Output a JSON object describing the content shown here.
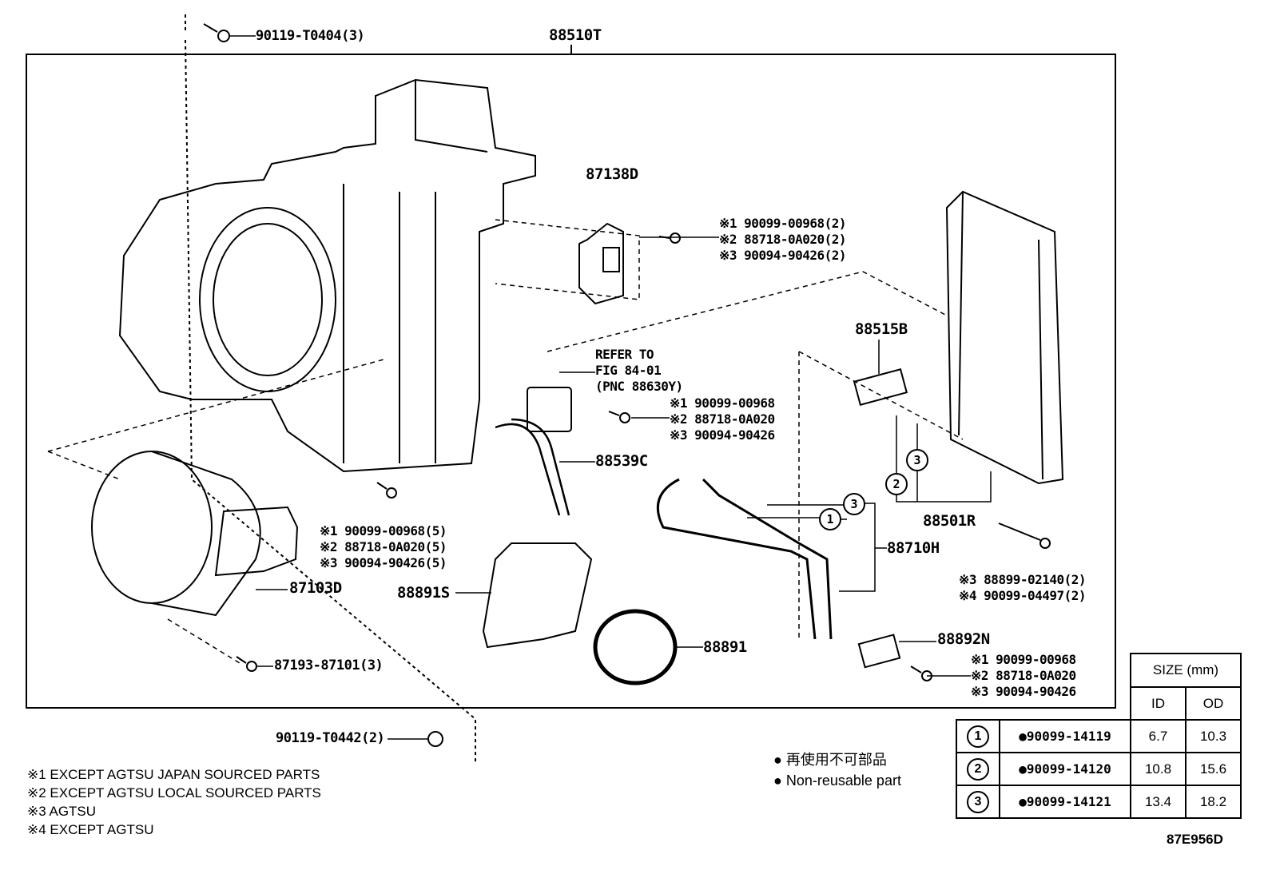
{
  "labels": {
    "screw_top": "90119-T0404(3)",
    "assembly": "88510T",
    "resistor": "87138D",
    "expansion_valve": "88515B",
    "refer_to": [
      "REFER TO",
      "FIG 84-01",
      "(PNC 88630Y)"
    ],
    "drain_hose": "88539C",
    "evaporator": "88501R",
    "tube": "88710H",
    "blower_motor": "87103D",
    "seal_s": "88891S",
    "seal": "88891",
    "bracket": "88892N",
    "screw_motor": "87193-87101(3)",
    "screw_bottom": "90119-T0442(2)"
  },
  "fastener_groups": {
    "resistor_screws": [
      "※1 90099-00968(2)",
      "※2 88718-0A020(2)",
      "※3 90094-90426(2)"
    ],
    "relay_screws": [
      "※1 90099-00968",
      "※2 88718-0A020",
      "※3 90094-90426"
    ],
    "case_screws": [
      "※1 90099-00968(5)",
      "※2 88718-0A020(5)",
      "※3 90094-90426(5)"
    ],
    "evap_bolts": [
      "※3 88899-02140(2)",
      "※4 90099-04497(2)"
    ],
    "bracket_screws": [
      "※1 90099-00968",
      "※2 88718-0A020",
      "※3 90094-90426"
    ]
  },
  "callouts": [
    "1",
    "2",
    "3"
  ],
  "footnotes": [
    "※1 EXCEPT AGTSU JAPAN SOURCED PARTS",
    "※2 EXCEPT AGTSU LOCAL SOURCED PARTS",
    "※3 AGTSU",
    "※4 EXCEPT AGTSU"
  ],
  "legend": {
    "japanese": "● 再使用不可部品",
    "english": "● Non-reusable part"
  },
  "size_table": {
    "title": "SIZE (mm)",
    "headers": [
      "ID",
      "OD"
    ],
    "rows": [
      {
        "ref": "1",
        "part": "●90099-14119",
        "id": "6.7",
        "od": "10.3"
      },
      {
        "ref": "2",
        "part": "●90099-14120",
        "id": "10.8",
        "od": "15.6"
      },
      {
        "ref": "3",
        "part": "●90099-14121",
        "id": "13.4",
        "od": "18.2"
      }
    ]
  },
  "figure_code": "87E956D"
}
